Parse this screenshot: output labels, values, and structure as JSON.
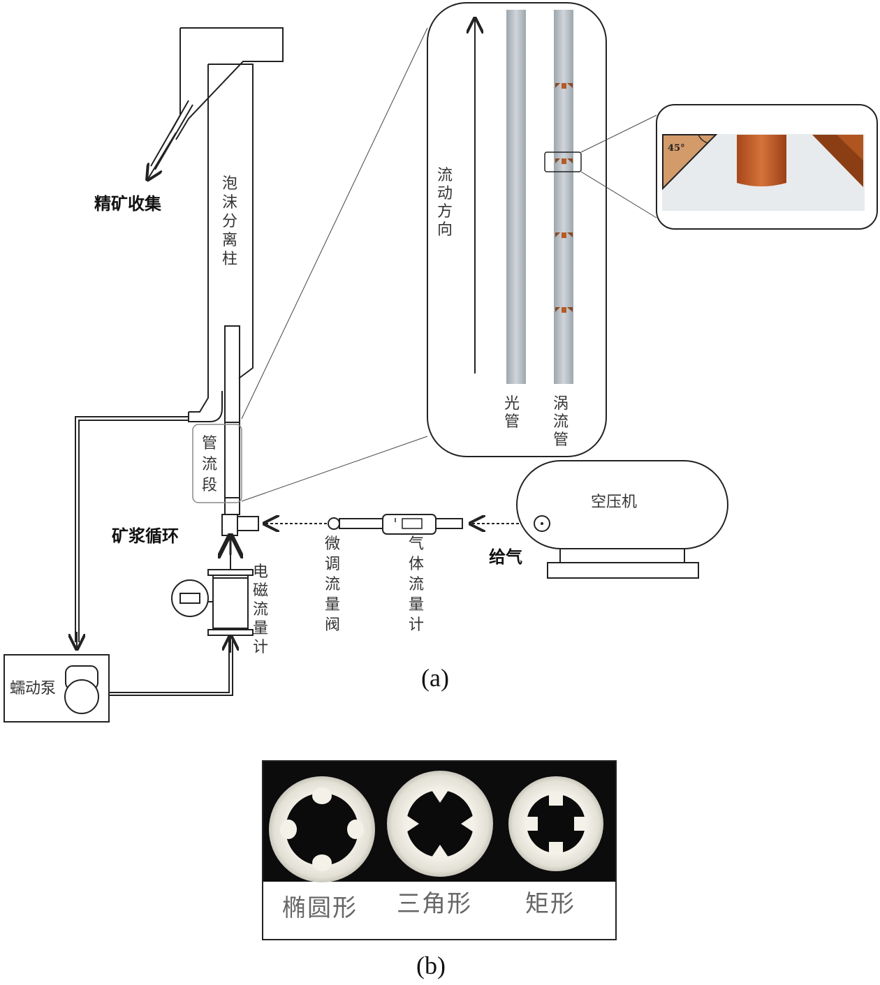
{
  "labels": {
    "concentrate": "精矿收集",
    "column": [
      "泡",
      "沫",
      "分",
      "离",
      "柱"
    ],
    "pipe_section": [
      "管",
      "流",
      "段"
    ],
    "slurry_loop": "矿浆循环",
    "em_flowmeter": [
      "电",
      "磁",
      "流",
      "量",
      "计"
    ],
    "fine_valve": [
      "微",
      "调",
      "流",
      "量",
      "阀"
    ],
    "gas_flowmeter": [
      "气",
      "体",
      "流",
      "量",
      "计"
    ],
    "gas_supply": "给气",
    "compressor": "空压机",
    "pump": "蠕动泵",
    "flow_direction": [
      "流",
      "动",
      "方",
      "向"
    ],
    "smooth_tube": [
      "光",
      "管"
    ],
    "vortex_tube": [
      "涡",
      "流",
      "管"
    ],
    "angle": "45°",
    "caption_a": "(a)",
    "caption_b": "(b)"
  },
  "photo": {
    "shapes": [
      "椭圆形",
      "三角形",
      "矩形"
    ]
  },
  "colors": {
    "line": "#222222",
    "tube": "#b7bec4",
    "insert": "#c0622b",
    "insert_light": "#d9a77c"
  }
}
